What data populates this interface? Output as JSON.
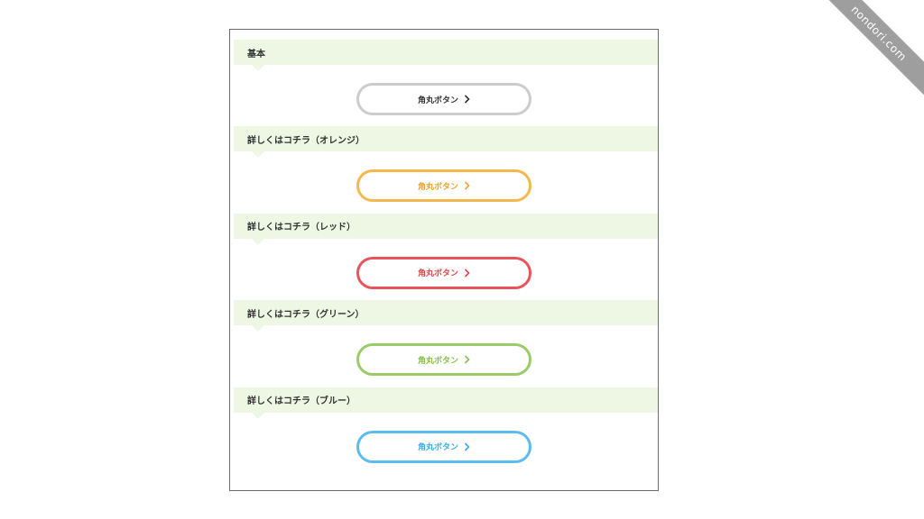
{
  "watermark": "nondori.com",
  "sections": [
    {
      "heading": "基本",
      "button_label": "角丸ボタン",
      "color": "#cccccc",
      "text_color": "#333333"
    },
    {
      "heading": "詳しくはコチラ（オレンジ）",
      "button_label": "角丸ボタン",
      "color": "#f5b84f",
      "text_color": "#f0a030"
    },
    {
      "heading": "詳しくはコチラ（レッド）",
      "button_label": "角丸ボタン",
      "color": "#e9545a",
      "text_color": "#e04848"
    },
    {
      "heading": "詳しくはコチラ（グリーン）",
      "button_label": "角丸ボタン",
      "color": "#99cc66",
      "text_color": "#86bf4a"
    },
    {
      "heading": "詳しくはコチラ（ブルー）",
      "button_label": "角丸ボタン",
      "color": "#5bbcf0",
      "text_color": "#3aaee8"
    }
  ]
}
